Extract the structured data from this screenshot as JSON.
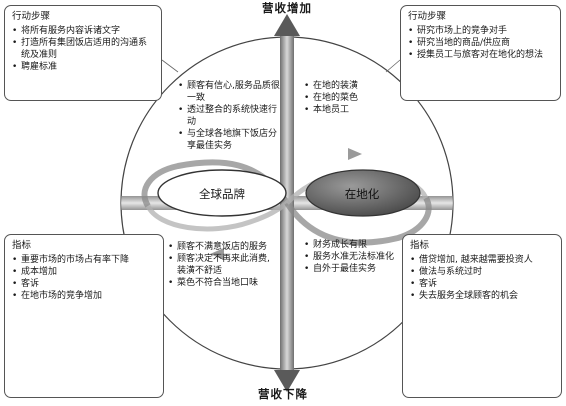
{
  "top_label": "营收增加",
  "bottom_label": "营收下降",
  "left_oval": "全球品牌",
  "right_oval": "在地化",
  "box_top_left": {
    "title": "行动步骤",
    "items": [
      "将所有服务内容诉诸文字",
      "打造所有集团饭店适用的沟通系统及准则",
      "聘雇标准"
    ]
  },
  "box_top_right": {
    "title": "行动步骤",
    "items": [
      "研究市场上的竞争对手",
      "研究当地的商品/供应商",
      "授集员工与旅客对在地化的想法"
    ]
  },
  "box_bottom_left": {
    "title": "指标",
    "items": [
      "重要市场的市场占有率下降",
      "成本增加",
      "客诉",
      "在地市场的竞争增加"
    ]
  },
  "box_bottom_right": {
    "title": "指标",
    "items": [
      "借贷增加, 越来越需要投资人",
      "做法与系统过时",
      "客诉",
      "失去服务全球顾客的机会"
    ]
  },
  "quadrant_top_left": [
    "顾客有信心,服务品质很一致",
    "透过整合的系统快速行动",
    "与全球各地旗下饭店分享最佳实务"
  ],
  "quadrant_top_right": [
    "在地的装潢",
    "在地的菜色",
    "本地员工"
  ],
  "quadrant_bottom_left": [
    "顾客不满意饭店的服务",
    "顾客决定不再来此消费, 装潢不舒适",
    "菜色不符合当地口味"
  ],
  "quadrant_bottom_right": [
    "财务成长有限",
    "服务水准无法标准化",
    "自外于最佳实务"
  ]
}
